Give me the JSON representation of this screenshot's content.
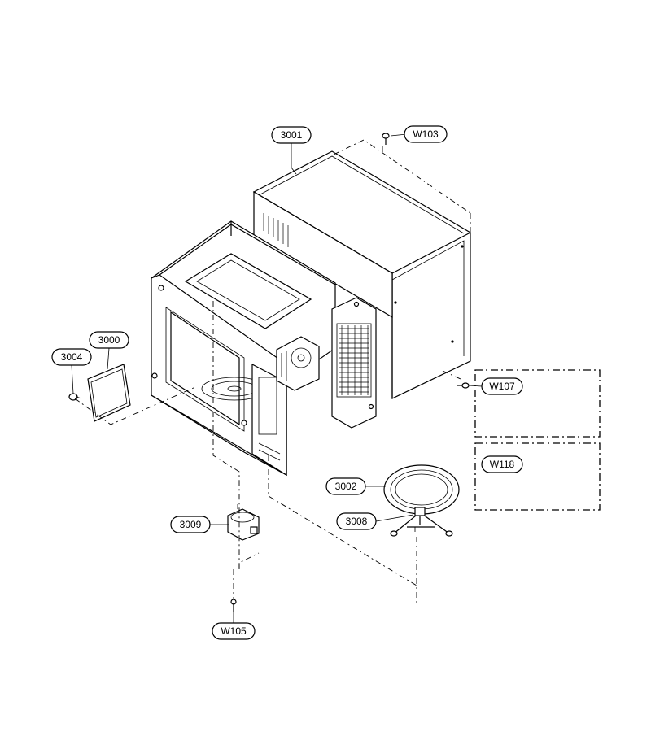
{
  "callouts": {
    "c3001": "3001",
    "cW103": "W103",
    "c3000": "3000",
    "c3004": "3004",
    "cW107": "W107",
    "cW118": "W118",
    "c3002": "3002",
    "c3008": "3008",
    "c3009": "3009",
    "cW105": "W105"
  }
}
